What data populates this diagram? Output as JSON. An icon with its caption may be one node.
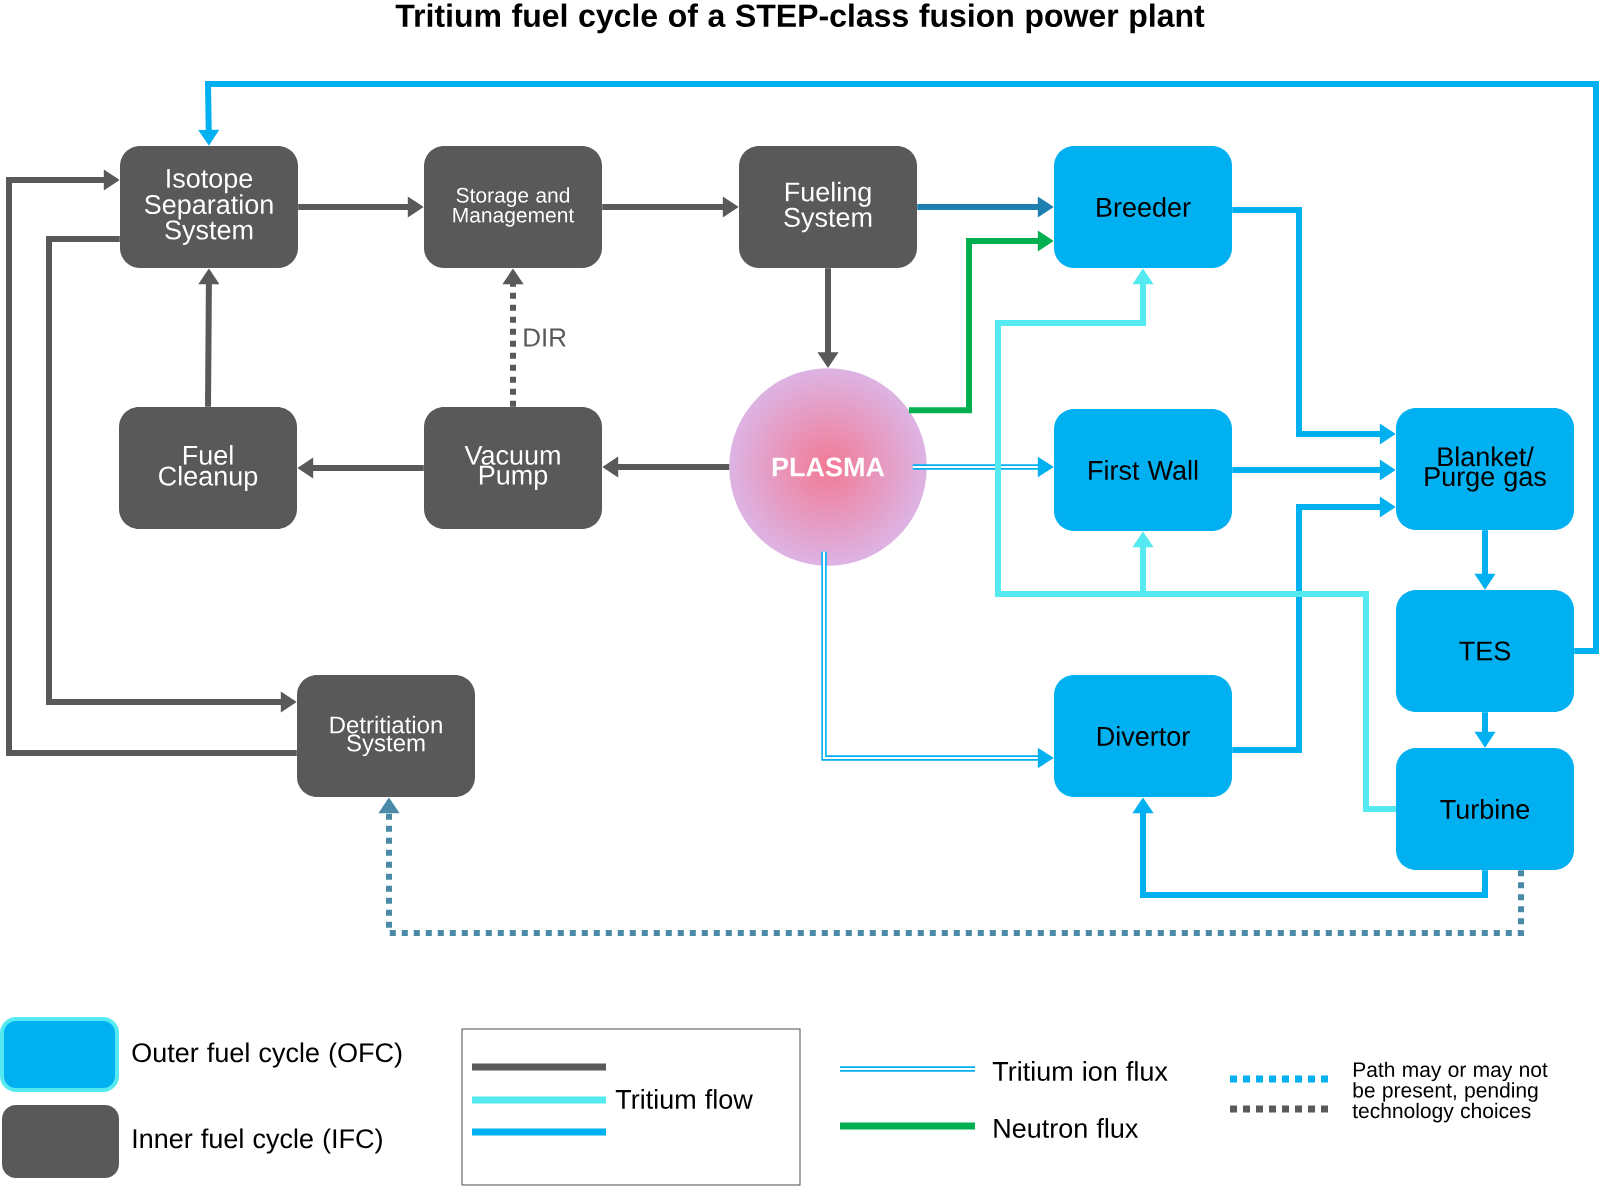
{
  "diagram": {
    "title": "Tritium fuel cycle of a STEP-class fusion power plant",
    "nodes": [
      {
        "text": [
          "Isotope Separation System"
        ]
      },
      {
        "text": [
          "Storage and Management"
        ]
      },
      {
        "text": [
          "Fueling System"
        ]
      },
      {
        "text": [
          "Breeder"
        ]
      },
      {
        "text": [
          "Fuel Cleanup"
        ]
      },
      {
        "text": [
          "Vacuum Pump"
        ]
      },
      {
        "text": [
          "PLASMA"
        ]
      },
      {
        "text": [
          "First Wall"
        ]
      },
      {
        "text": [
          "Blanket/ Purge gas"
        ]
      },
      {
        "text": [
          "TES"
        ]
      },
      {
        "text": [
          "Divertor"
        ]
      },
      {
        "text": [
          "Detritiation System"
        ]
      },
      {
        "text": [
          "Turbine"
        ]
      }
    ],
    "edges": [
      {
        "from": 0,
        "to": 1,
        "arrow": "to"
      },
      {
        "from": 1,
        "to": 2,
        "arrow": "to"
      },
      {
        "from": 2,
        "to": 3,
        "arrow": "to",
        "color": "#1f7fb0"
      },
      {
        "from": 2,
        "to": 6,
        "arrow": "to"
      },
      {
        "from": 6,
        "to": 5,
        "arrow": "to"
      },
      {
        "from": 5,
        "to": 4,
        "arrow": "to"
      },
      {
        "from": 4,
        "to": 0,
        "arrow": "to"
      },
      {
        "from": 5,
        "to": 1,
        "arrow": "to",
        "style": "dashed",
        "label": "DIR"
      },
      {
        "from": 0,
        "to": 11,
        "arrow": "to"
      },
      {
        "from": 11,
        "to": 0,
        "arrow": "to"
      },
      {
        "from": 6,
        "to": 3,
        "arrow": "to",
        "color": "#00b050"
      },
      {
        "from": 6,
        "to": 7,
        "arrow": "to",
        "color": "#00b0f0"
      },
      {
        "from": 6,
        "to": 10,
        "arrow": "to",
        "color": "#00b0f0"
      },
      {
        "from": 3,
        "to": 8,
        "arrow": "to",
        "color": "#00b0f0"
      },
      {
        "from": 7,
        "to": 8,
        "arrow": "to",
        "color": "#00b0f0"
      },
      {
        "from": 10,
        "to": 8,
        "arrow": "to",
        "color": "#00b0f0"
      },
      {
        "from": 8,
        "to": 9,
        "arrow": "to",
        "color": "#00b0f0"
      },
      {
        "from": 9,
        "to": 12,
        "arrow": "to",
        "color": "#00b0f0"
      },
      {
        "from": 12,
        "to": 3,
        "arrow": "to",
        "color": "#55eaf0"
      },
      {
        "from": 12,
        "to": 7,
        "arrow": "to",
        "color": "#55eaf0"
      },
      {
        "from": 12,
        "to": 10,
        "arrow": "to",
        "color": "#00b0f0"
      },
      {
        "from": 9,
        "to": 0,
        "arrow": "to",
        "color": "#00b0f0"
      },
      {
        "from": 12,
        "to": 11,
        "arrow": "to",
        "style": "dashed",
        "color": "#4a8aa6"
      }
    ],
    "legend": [
      {
        "text": "Outer fuel cycle (OFC)",
        "color": "#00b0f0"
      },
      {
        "text": "Inner fuel cycle (IFC)",
        "color": "#595959"
      },
      {
        "text": "Tritium flow"
      },
      {
        "text": "Tritium ion flux"
      },
      {
        "text": "Neutron flux"
      },
      {
        "text": "Path may or may not be present, pending technology choices"
      }
    ]
  }
}
